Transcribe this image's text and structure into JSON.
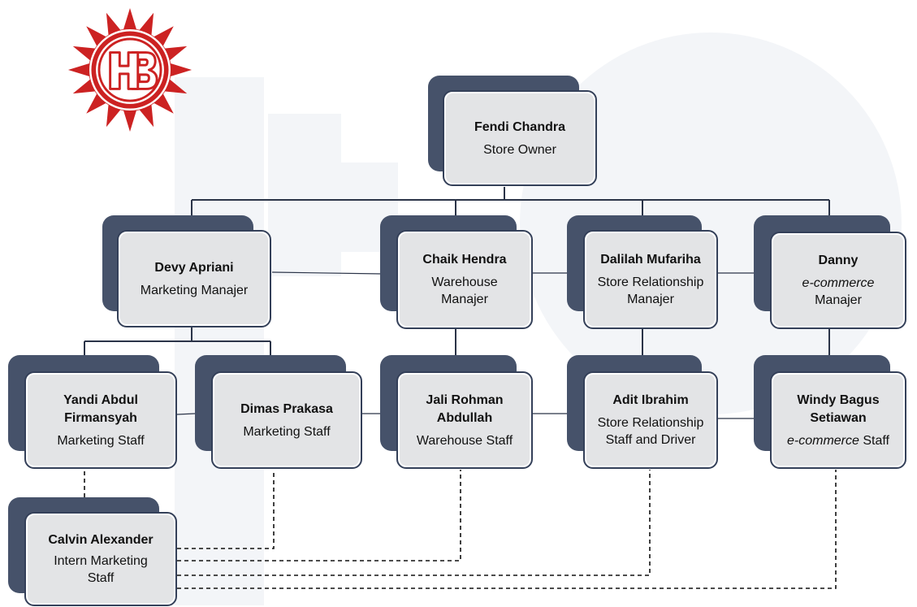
{
  "logo": {
    "letters": "HB",
    "primary_color": "#cc2222"
  },
  "colors": {
    "box_back": "#46526a",
    "box_front": "#e3e4e6",
    "box_border": "#344059",
    "connector": "#2b3448"
  },
  "org_chart": {
    "owner": {
      "name": "Fendi Chandra",
      "role": "Store Owner"
    },
    "managers": [
      {
        "name": "Devy Apriani",
        "role": "Marketing Manajer"
      },
      {
        "name": "Chaik Hendra",
        "role": "Warehouse Manajer"
      },
      {
        "name": "Dalilah Mufariha",
        "role": "Store Relationship Manajer"
      },
      {
        "name": "Danny",
        "role_em": "e-commerce",
        "role_rest": "Manajer"
      }
    ],
    "staff": [
      {
        "name": "Yandi Abdul Firmansyah",
        "role": "Marketing Staff"
      },
      {
        "name": "Dimas Prakasa",
        "role": "Marketing Staff"
      },
      {
        "name": "Jali Rohman Abdullah",
        "role": "Warehouse Staff"
      },
      {
        "name": "Adit Ibrahim",
        "role": "Store Relationship Staff and Driver"
      },
      {
        "name": "Windy Bagus Setiawan",
        "role_em": "e-commerce",
        "role_rest": "Staff"
      }
    ],
    "intern": {
      "name": "Calvin Alexander",
      "role": "Intern Marketing Staff"
    }
  }
}
